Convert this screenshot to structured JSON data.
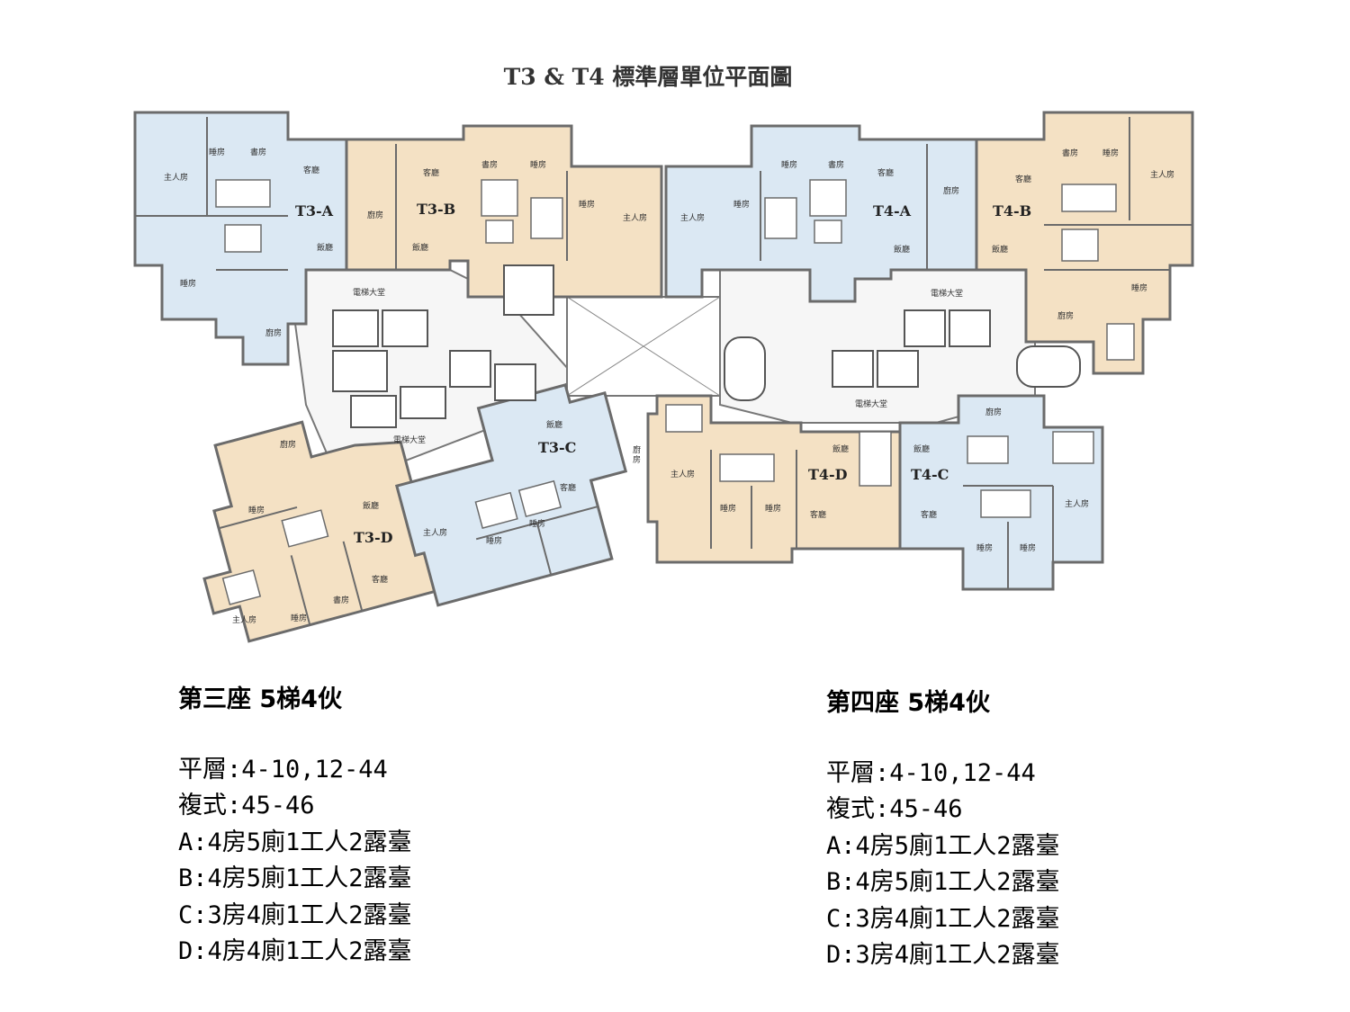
{
  "title": "T3 & T4 標準層單位平面圖",
  "colors": {
    "blue_unit": "#dbe8f3",
    "beige_unit": "#f4e1c4",
    "wall": "#6b6b6b",
    "core": "#f7f7f7"
  },
  "plan": {
    "units": [
      {
        "name": "T3-A",
        "label": "T3-A",
        "tone": "blue"
      },
      {
        "name": "T3-B",
        "label": "T3-B",
        "tone": "beige"
      },
      {
        "name": "T3-C",
        "label": "T3-C",
        "tone": "blue"
      },
      {
        "name": "T3-D",
        "label": "T3-D",
        "tone": "beige"
      },
      {
        "name": "T4-A",
        "label": "T4-A",
        "tone": "blue"
      },
      {
        "name": "T4-B",
        "label": "T4-B",
        "tone": "beige"
      },
      {
        "name": "T4-C",
        "label": "T4-C",
        "tone": "blue"
      },
      {
        "name": "T4-D",
        "label": "T4-D",
        "tone": "beige"
      }
    ],
    "rooms": {
      "master_bedroom": "主人房",
      "bedroom": "睡房",
      "study": "書房",
      "living": "客廳",
      "dining": "飯廳",
      "kitchen": "廚房",
      "kitchen_vertical": "廚\n房",
      "lift_lobby": "電梯大堂"
    }
  },
  "tower3": {
    "heading": "第三座 5梯4伙",
    "lines": [
      "平層:4-10,12-44",
      "複式:45-46",
      "A:4房5廁1工人2露臺",
      "B:4房5廁1工人2露臺",
      "C:3房4廁1工人2露臺",
      "D:4房4廁1工人2露臺"
    ]
  },
  "tower4": {
    "heading": "第四座 5梯4伙",
    "lines": [
      "平層:4-10,12-44",
      "複式:45-46",
      "A:4房5廁1工人2露臺",
      "B:4房5廁1工人2露臺",
      "C:3房4廁1工人2露臺",
      "D:3房4廁1工人2露臺"
    ]
  }
}
